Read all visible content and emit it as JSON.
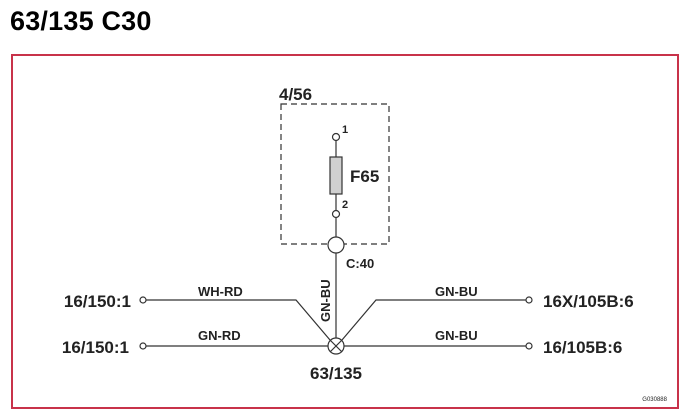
{
  "page": {
    "title": "63/135 C30",
    "frame_color": "#c8324a",
    "drawing_code": "G030888"
  },
  "component": {
    "box_label": "4/56",
    "fuse_label": "F65",
    "pin_top": "1",
    "pin_bottom": "2",
    "connector_label": "C:40"
  },
  "junction": {
    "label": "63/135",
    "riser_wire": "GN-BU"
  },
  "wires": {
    "left_top": {
      "terminal": "16/150:1",
      "color": "WH-RD"
    },
    "left_bottom": {
      "terminal": "16/150:1",
      "color": "GN-RD"
    },
    "right_top": {
      "terminal": "16X/105B:6",
      "color": "GN-BU"
    },
    "right_bottom": {
      "terminal": "16/105B:6",
      "color": "GN-BU"
    }
  }
}
